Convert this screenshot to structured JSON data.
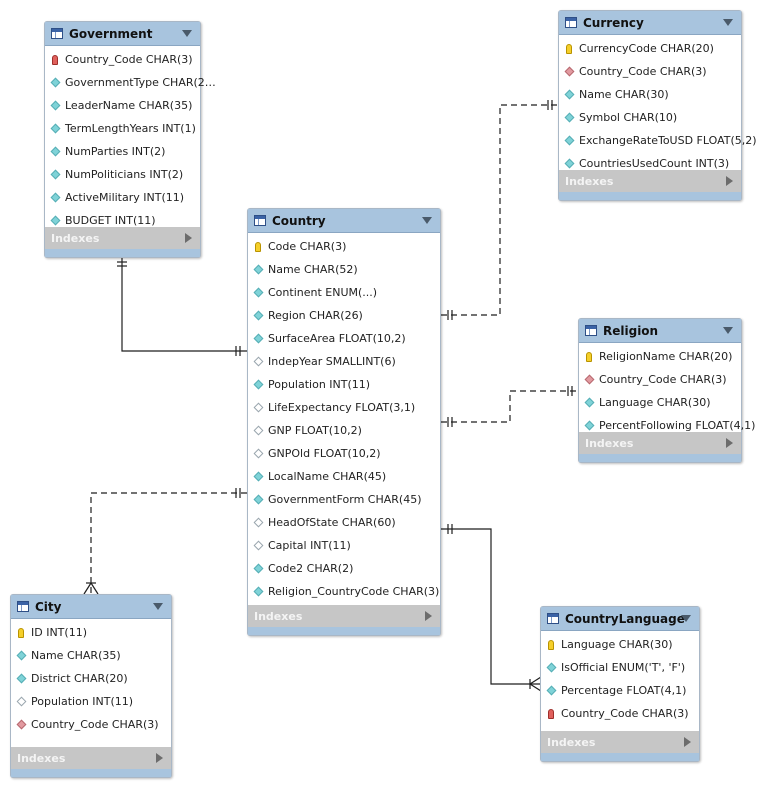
{
  "diagram": {
    "tables": [
      {
        "id": "government",
        "name": "Government",
        "indexes_label": "Indexes",
        "columns": [
          {
            "text": "Country_Code CHAR(3)",
            "key": "pkfk"
          },
          {
            "text": "GovernmentType CHAR(2…",
            "key": "field"
          },
          {
            "text": "LeaderName CHAR(35)",
            "key": "field"
          },
          {
            "text": "TermLengthYears INT(1)",
            "key": "field"
          },
          {
            "text": "NumParties INT(2)",
            "key": "field"
          },
          {
            "text": "NumPoliticians INT(2)",
            "key": "field"
          },
          {
            "text": "ActiveMilitary INT(11)",
            "key": "field"
          },
          {
            "text": "BUDGET INT(11)",
            "key": "field"
          }
        ]
      },
      {
        "id": "currency",
        "name": "Currency",
        "indexes_label": "Indexes",
        "columns": [
          {
            "text": "CurrencyCode CHAR(20)",
            "key": "pk"
          },
          {
            "text": "Country_Code CHAR(3)",
            "key": "fk"
          },
          {
            "text": "Name CHAR(30)",
            "key": "field"
          },
          {
            "text": "Symbol CHAR(10)",
            "key": "field"
          },
          {
            "text": "ExchangeRateToUSD FLOAT(5,2)",
            "key": "field"
          },
          {
            "text": "CountriesUsedCount INT(3)",
            "key": "field"
          }
        ]
      },
      {
        "id": "country",
        "name": "Country",
        "indexes_label": "Indexes",
        "columns": [
          {
            "text": "Code CHAR(3)",
            "key": "pk"
          },
          {
            "text": "Name CHAR(52)",
            "key": "field"
          },
          {
            "text": "Continent ENUM(...)",
            "key": "field"
          },
          {
            "text": "Region CHAR(26)",
            "key": "field"
          },
          {
            "text": "SurfaceArea FLOAT(10,2)",
            "key": "field"
          },
          {
            "text": "IndepYear SMALLINT(6)",
            "key": "nullable"
          },
          {
            "text": "Population INT(11)",
            "key": "field"
          },
          {
            "text": "LifeExpectancy FLOAT(3,1)",
            "key": "nullable"
          },
          {
            "text": "GNP FLOAT(10,2)",
            "key": "nullable"
          },
          {
            "text": "GNPOld FLOAT(10,2)",
            "key": "nullable"
          },
          {
            "text": "LocalName CHAR(45)",
            "key": "field"
          },
          {
            "text": "GovernmentForm CHAR(45)",
            "key": "field"
          },
          {
            "text": "HeadOfState CHAR(60)",
            "key": "nullable"
          },
          {
            "text": "Capital INT(11)",
            "key": "nullable"
          },
          {
            "text": "Code2 CHAR(2)",
            "key": "field"
          },
          {
            "text": "Religion_CountryCode CHAR(3)",
            "key": "field"
          }
        ]
      },
      {
        "id": "religion",
        "name": "Religion",
        "indexes_label": "Indexes",
        "columns": [
          {
            "text": "ReligionName CHAR(20)",
            "key": "pk"
          },
          {
            "text": "Country_Code CHAR(3)",
            "key": "fk"
          },
          {
            "text": "Language CHAR(30)",
            "key": "field"
          },
          {
            "text": "PercentFollowing FLOAT(4,1)",
            "key": "field"
          }
        ]
      },
      {
        "id": "city",
        "name": "City",
        "indexes_label": "Indexes",
        "columns": [
          {
            "text": "ID INT(11)",
            "key": "pk"
          },
          {
            "text": "Name CHAR(35)",
            "key": "field"
          },
          {
            "text": "District CHAR(20)",
            "key": "field"
          },
          {
            "text": "Population INT(11)",
            "key": "nullable"
          },
          {
            "text": "Country_Code CHAR(3)",
            "key": "fk"
          }
        ]
      },
      {
        "id": "countrylanguage",
        "name": "CountryLanguage",
        "indexes_label": "Indexes",
        "columns": [
          {
            "text": "Language CHAR(30)",
            "key": "pk"
          },
          {
            "text": "IsOfficial ENUM('T', 'F')",
            "key": "field"
          },
          {
            "text": "Percentage FLOAT(4,1)",
            "key": "field"
          },
          {
            "text": "Country_Code CHAR(3)",
            "key": "pkfk"
          }
        ]
      }
    ]
  }
}
